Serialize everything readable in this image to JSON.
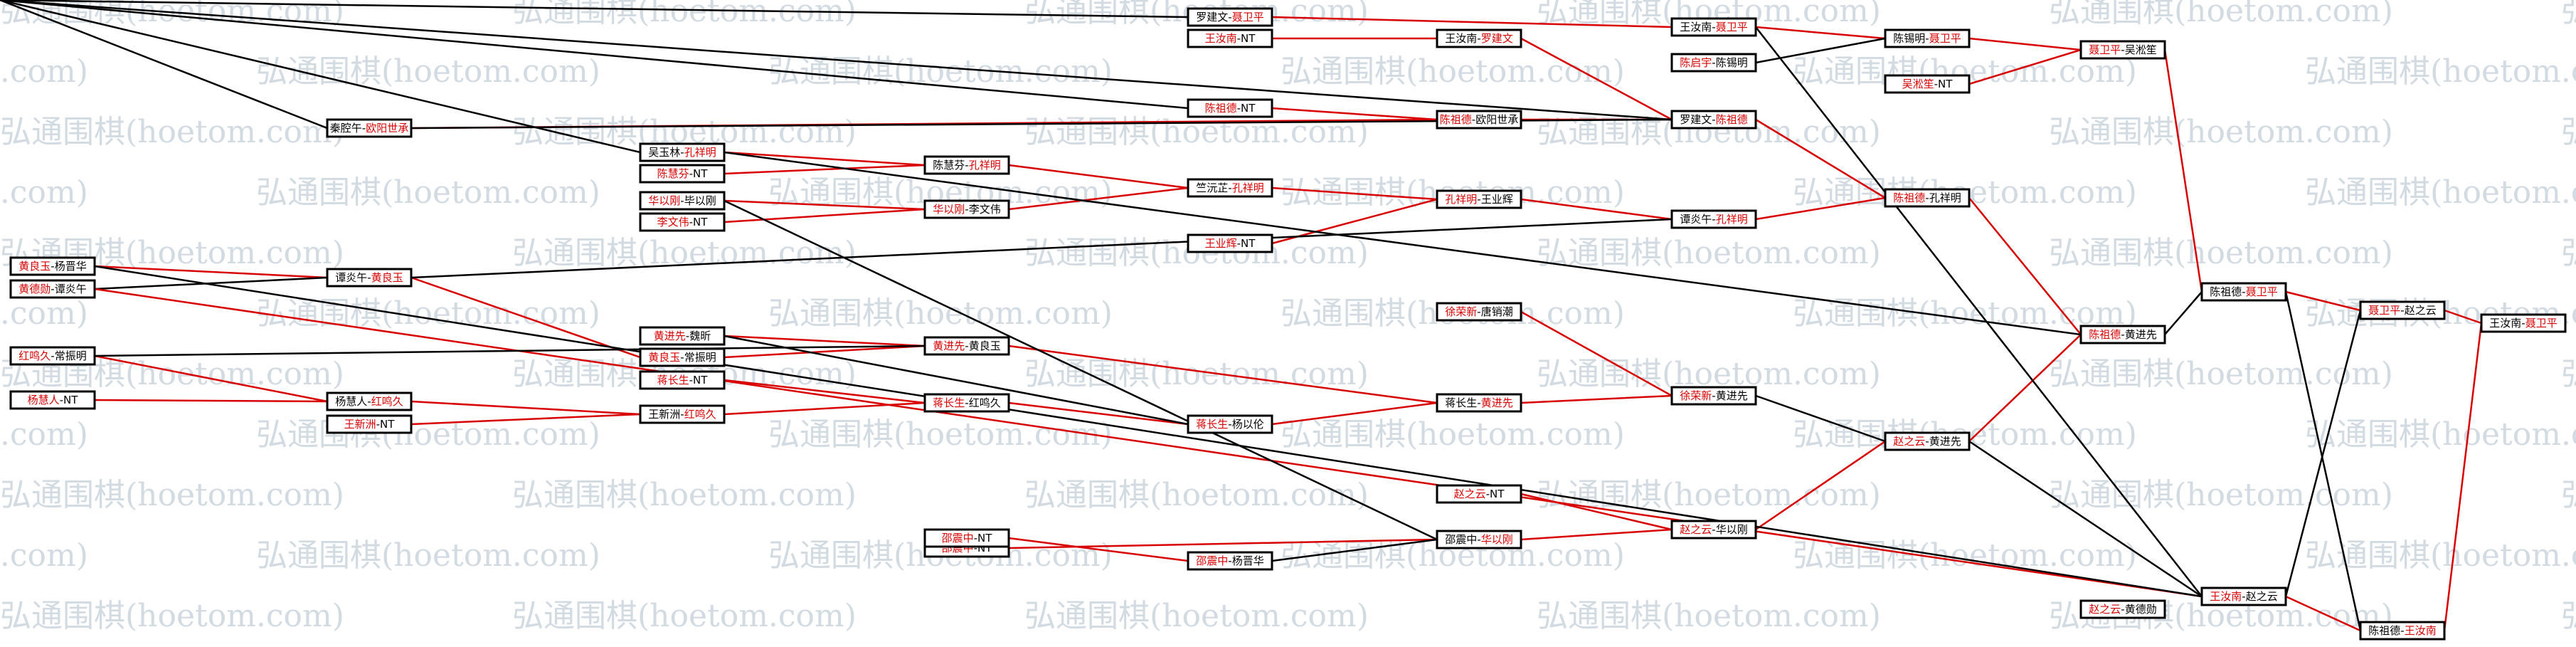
{
  "watermark": "弘通围棋(hoetom.com)",
  "colors": {
    "winner": "#d80000",
    "loser": "#000000",
    "line_win": "#d80000",
    "line_lose": "#000000",
    "watermark": "#d2dae2"
  },
  "matches": [
    {
      "id": "m1",
      "round": 1,
      "row": 0,
      "a": "罗建文",
      "b": "聂卫平",
      "winner": "b"
    },
    {
      "id": "m2",
      "round": 1,
      "row": 1,
      "a": "王汝南",
      "b": "NT",
      "winner": "a"
    },
    {
      "id": "m3",
      "round": 1,
      "row": 2,
      "a": "陈祖德",
      "b": "NT",
      "winner": "a"
    },
    {
      "id": "m4",
      "round": 1,
      "row": 3,
      "a": "王业辉",
      "b": "NT",
      "winner": "a"
    },
    {
      "id": "m5",
      "round": 1,
      "row": 4,
      "a": "徐荣新",
      "b": "唐销潮",
      "winner": "a"
    },
    {
      "id": "m6",
      "round": 1,
      "row": 5,
      "a": "赵之云",
      "b": "NT",
      "winner": "a"
    },
    {
      "id": "m7",
      "round": 1,
      "row": 6,
      "a": "邵震中",
      "b": "NT",
      "winner": "a"
    },
    {
      "id": "m8",
      "round": 2,
      "row": 0,
      "a": "王汝南",
      "b": "罗建文",
      "winner": "b"
    },
    {
      "id": "m9",
      "round": 2,
      "row": 1,
      "a": "陈祖德",
      "b": "欧阳世承",
      "winner": "a"
    },
    {
      "id": "m10",
      "round": 2,
      "row": 2,
      "a": "孔祥明",
      "b": "王业辉",
      "winner": "a"
    },
    {
      "id": "m11",
      "round": 2,
      "row": 3,
      "a": "蒋长生",
      "b": "黄进先",
      "winner": "b"
    },
    {
      "id": "m12",
      "round": 2,
      "row": 4,
      "a": "邵震中",
      "b": "华以刚",
      "winner": "b"
    },
    {
      "id": "m13",
      "round": 3,
      "row": 0,
      "a": "王汝南",
      "b": "聂卫平",
      "winner": "b"
    },
    {
      "id": "m14",
      "round": 3,
      "row": 1,
      "a": "陈启宇",
      "b": "陈锡明",
      "winner": "a"
    },
    {
      "id": "m15",
      "round": 3,
      "row": 2,
      "a": "罗建文",
      "b": "陈祖德",
      "winner": "b"
    },
    {
      "id": "m16",
      "round": 3,
      "row": 3,
      "a": "谭炎午",
      "b": "孔祥明",
      "winner": "b"
    },
    {
      "id": "m17",
      "round": 3,
      "row": 4,
      "a": "徐荣新",
      "b": "黄进先",
      "winner": "a"
    },
    {
      "id": "m18",
      "round": 3,
      "row": 5,
      "a": "赵之云",
      "b": "华以刚",
      "winner": "a"
    },
    {
      "id": "m19",
      "round": 4,
      "row": 0,
      "a": "陈锡明",
      "b": "聂卫平",
      "winner": "b"
    },
    {
      "id": "m20",
      "round": 4,
      "row": 1,
      "a": "吴淞笙",
      "b": "NT",
      "winner": "a"
    },
    {
      "id": "m21",
      "round": 4,
      "row": 2,
      "a": "陈祖德",
      "b": "孔祥明",
      "winner": "a"
    },
    {
      "id": "m22",
      "round": 4,
      "row": 3,
      "a": "赵之云",
      "b": "黄进先",
      "winner": "a"
    },
    {
      "id": "m23",
      "round": 5,
      "row": 0,
      "a": "聂卫平",
      "b": "吴淞笙",
      "winner": "a"
    },
    {
      "id": "m24",
      "round": 5,
      "row": 1,
      "a": "陈祖德",
      "b": "黄进先",
      "winner": "a"
    },
    {
      "id": "m25",
      "round": 5,
      "row": 2,
      "a": "赵之云",
      "b": "黄德勋",
      "winner": "a"
    },
    {
      "id": "m26",
      "round": 6,
      "row": 0,
      "a": "陈祖德",
      "b": "聂卫平",
      "winner": "b"
    },
    {
      "id": "m27",
      "round": 6,
      "row": 1,
      "a": "王汝南",
      "b": "赵之云",
      "winner": "a"
    },
    {
      "id": "m28",
      "round": 7,
      "row": 0,
      "a": "聂卫平",
      "b": "赵之云",
      "winner": "a"
    },
    {
      "id": "m29",
      "round": 7,
      "row": 1,
      "a": "陈祖德",
      "b": "王汝南",
      "winner": "b"
    },
    {
      "id": "m30",
      "round": 8,
      "row": 0,
      "a": "王汝南",
      "b": "聂卫平",
      "winner": "b"
    },
    {
      "id": "l1",
      "round": 0,
      "row": 0,
      "a": "秦腔午",
      "b": "欧阳世承",
      "winner": "b"
    },
    {
      "id": "l2",
      "round": 0,
      "row": 1,
      "a": "吴玉林",
      "b": "孔祥明",
      "winner": "b"
    },
    {
      "id": "l3",
      "round": 0,
      "row": 2,
      "a": "陈慧芬",
      "b": "NT",
      "winner": "a"
    },
    {
      "id": "l4",
      "round": 0,
      "row": 3,
      "a": "华以刚",
      "b": "毕以刚",
      "winner": "a"
    },
    {
      "id": "l5",
      "round": 0,
      "row": 4,
      "a": "李文伟",
      "b": "NT",
      "winner": "a"
    },
    {
      "id": "l6",
      "round": 0,
      "row": 5,
      "a": "陈慧芬",
      "b": "孔祥明",
      "winner": "b"
    },
    {
      "id": "l7",
      "round": 0,
      "row": 6,
      "a": "华以刚",
      "b": "李文伟",
      "winner": "a"
    },
    {
      "id": "l8",
      "round": 0,
      "row": 7,
      "a": "竺沅芷",
      "b": "孔祥明",
      "winner": "b"
    },
    {
      "id": "l9",
      "round": 0,
      "row": 8,
      "a": "黄良玉",
      "b": "杨晋华",
      "winner": "a"
    },
    {
      "id": "l10",
      "round": 0,
      "row": 9,
      "a": "黄德勋",
      "b": "谭炎午",
      "winner": "a"
    },
    {
      "id": "l11",
      "round": 0,
      "row": 10,
      "a": "谭炎午",
      "b": "黄良玉",
      "winner": "b"
    },
    {
      "id": "l12",
      "round": 0,
      "row": 11,
      "a": "黄进先",
      "b": "魏昕",
      "winner": "a"
    },
    {
      "id": "l13",
      "round": 0,
      "row": 12,
      "a": "黄良玉",
      "b": "常振明",
      "winner": "a"
    },
    {
      "id": "l14",
      "round": 0,
      "row": 13,
      "a": "黄进先",
      "b": "黄良玉",
      "winner": "a"
    },
    {
      "id": "l15",
      "round": 0,
      "row": 14,
      "a": "红鸣久",
      "b": "常振明",
      "winner": "a"
    },
    {
      "id": "l16",
      "round": 0,
      "row": 15,
      "a": "杨慧人",
      "b": "NT",
      "winner": "a"
    },
    {
      "id": "l17",
      "round": 0,
      "row": 16,
      "a": "王新洲",
      "b": "NT",
      "winner": "a"
    },
    {
      "id": "l18",
      "round": 0,
      "row": 17,
      "a": "杨慧人",
      "b": "红鸣久",
      "winner": "b"
    },
    {
      "id": "l19",
      "round": 0,
      "row": 18,
      "a": "蒋长生",
      "b": "NT",
      "winner": "a"
    },
    {
      "id": "l20",
      "round": 0,
      "row": 19,
      "a": "王新洲",
      "b": "红鸣久",
      "winner": "b"
    },
    {
      "id": "l21",
      "round": 0,
      "row": 20,
      "a": "蒋长生",
      "b": "红鸣久",
      "winner": "a"
    },
    {
      "id": "l22",
      "round": 0,
      "row": 21,
      "a": "蒋长生",
      "b": "杨以伦",
      "winner": "a"
    },
    {
      "id": "l23",
      "round": 0,
      "row": 22,
      "a": "邵震中",
      "b": "NT",
      "winner": "a"
    },
    {
      "id": "l24",
      "round": 0,
      "row": 23,
      "a": "邵震中",
      "b": "杨晋华",
      "winner": "a"
    },
    {
      "id": "l25",
      "round": 0,
      "row": 24,
      "a": "赵之云",
      "b": "黄德勋",
      "winner": "a"
    }
  ]
}
